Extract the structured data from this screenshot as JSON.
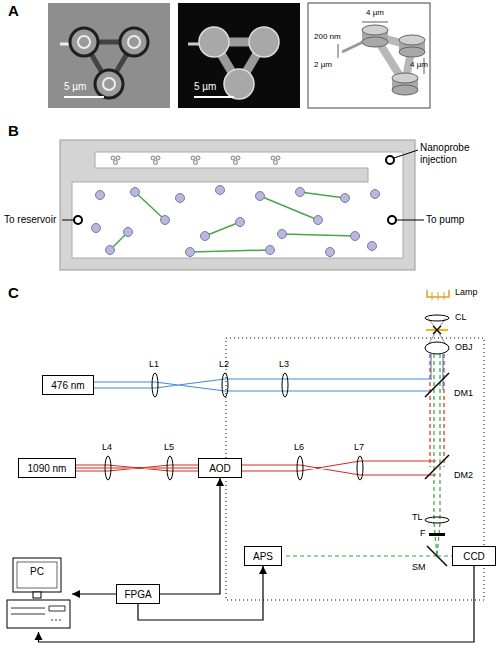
{
  "diagram": {
    "nodes": [
      {
        "text": [
          "476 nm"
        ]
      },
      {
        "text": [
          "1090 nm"
        ]
      },
      {
        "text": [
          "AOD"
        ]
      },
      {
        "text": [
          "APS"
        ]
      },
      {
        "text": [
          "CCD"
        ]
      },
      {
        "text": [
          "PC"
        ]
      },
      {
        "text": [
          "FPGA"
        ]
      }
    ],
    "edges": [
      {
        "from": 1,
        "to": 2,
        "arrow": "none"
      },
      {
        "from": 6,
        "to": 2,
        "arrow": "to"
      },
      {
        "from": 6,
        "to": 3,
        "arrow": "to"
      },
      {
        "from": 6,
        "to": 5,
        "arrow": "to"
      },
      {
        "from": 4,
        "to": 5,
        "arrow": "to"
      }
    ],
    "labels": [
      "A",
      "5 µm",
      "5 µm",
      "200 nm",
      "2 µm",
      "4 µm",
      "4 µm",
      "B",
      "Nanoprobe injection",
      "To reservoir",
      "To pump",
      "C",
      "Lamp",
      "CL",
      "OBJ",
      "L1",
      "L2",
      "L3",
      "DM1",
      "L4",
      "L5",
      "L6",
      "L7",
      "DM2",
      "TL",
      "F",
      "SM"
    ]
  }
}
